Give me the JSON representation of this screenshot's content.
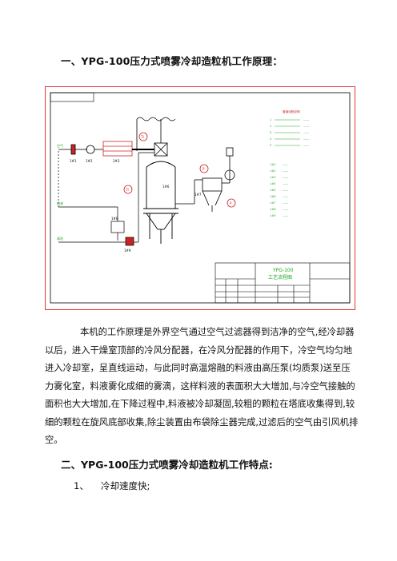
{
  "heading1": "一、YPG-100压力式喷雾冷却造粒机工作原理：",
  "paragraph": "本机的工作原理是外界空气通过空气过滤器得到洁净的空气,经冷却器以后，进入干燥室顶部的冷风分配器，在冷风分配器的作用下，冷空气均匀地进入冷却室，呈直线运动，与此同时高温熔融的料液由高压泵(均质泵)送至压力雾化室，料液雾化成细的雾滴，这样料液的表面积大大增加,与冷空气接触的面积也大大增加,在下降过程中,料液被冷却凝固,较粗的颗粒在塔底收集得到,较细的颗粒在旋风底部收集,除尘装置由布袋除尘器完成,过滤后的空气由引风机排空。",
  "heading2": "二、YPG-100压力式喷雾冷却造粒机工作特点:",
  "list": [
    {
      "num": "1、",
      "text": "冷却速度快;"
    }
  ],
  "colors": {
    "frame_border": "#e33333",
    "drawing_line": "#000000",
    "legend_green": "#22aa22",
    "label_red": "#cc2222"
  },
  "drawing": {
    "title_block": {
      "title_line1": "YPG-100",
      "title_line2": "工艺流程图"
    }
  }
}
